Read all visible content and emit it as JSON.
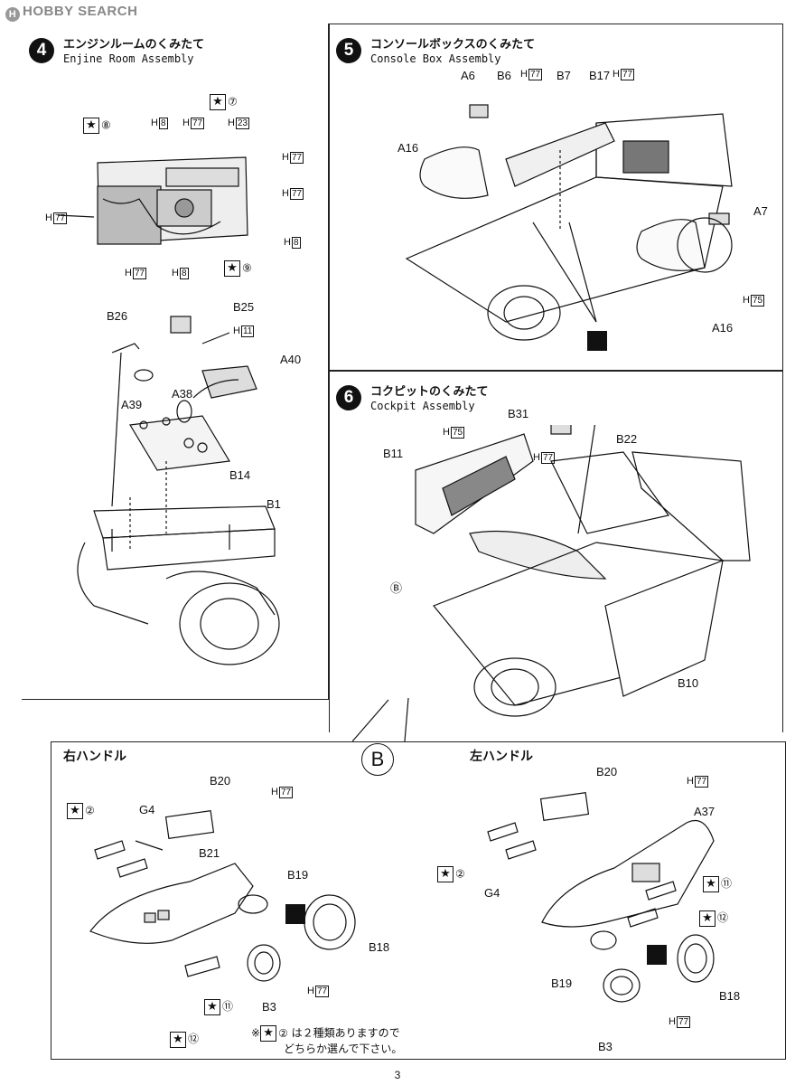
{
  "watermark": "HOBBY SEARCH",
  "steps": {
    "s4": {
      "num": "4",
      "jp": "エンジンルームのくみたて",
      "en": "Enjine Room Assembly"
    },
    "s5": {
      "num": "5",
      "jp": "コンソールボックスのくみたて",
      "en": "Console Box Assembly"
    },
    "s6": {
      "num": "6",
      "jp": "コクピットのくみたて",
      "en": "Cockpit  Assembly"
    }
  },
  "s4_labels": {
    "h8a": "8",
    "h77a": "77",
    "h23": "23",
    "star7": "⑦",
    "star8": "⑧",
    "h77b": "77",
    "h77c": "77",
    "h77d": "77",
    "h8b": "8",
    "h77e": "77",
    "h8c": "8",
    "star9": "⑨",
    "b25": "B25",
    "h11": "11",
    "b26": "B26",
    "a40": "A40",
    "a39": "A39",
    "a38": "A38",
    "b14": "B14",
    "b1": "B1"
  },
  "s5_labels": {
    "a6": "A6",
    "b6": "B6",
    "h77a": "77",
    "b7": "B7",
    "b17": "B17",
    "h77b": "77",
    "a16a": "A16",
    "a7": "A7",
    "h75": "75",
    "a16b": "A16"
  },
  "s6_labels": {
    "b31": "B31",
    "h75": "75",
    "h77": "77",
    "b11": "B11",
    "b22": "B22",
    "b_circle": "Ⓑ",
    "b10": "B10"
  },
  "section_b": {
    "marker": "B",
    "right": {
      "title": "右ハンドル",
      "b20": "B20",
      "h77a": "77",
      "star2": "②",
      "g4": "G4",
      "b21": "B21",
      "b19": "B19",
      "b18": "B18",
      "b3": "B3",
      "h77b": "77",
      "star11": "⑪",
      "star12": "⑫"
    },
    "left": {
      "title": "左ハンドル",
      "b20": "B20",
      "h77a": "77",
      "a37": "A37",
      "star2": "②",
      "g4": "G4",
      "star11": "⑪",
      "star12": "⑫",
      "b19": "B19",
      "b18": "B18",
      "b3": "B3",
      "h77b": "77"
    },
    "note_mark": "※",
    "note_num": "②",
    "note_line1": "は２種類ありますので",
    "note_line2": "どちらか選んで下さい。"
  },
  "page_number": "3"
}
